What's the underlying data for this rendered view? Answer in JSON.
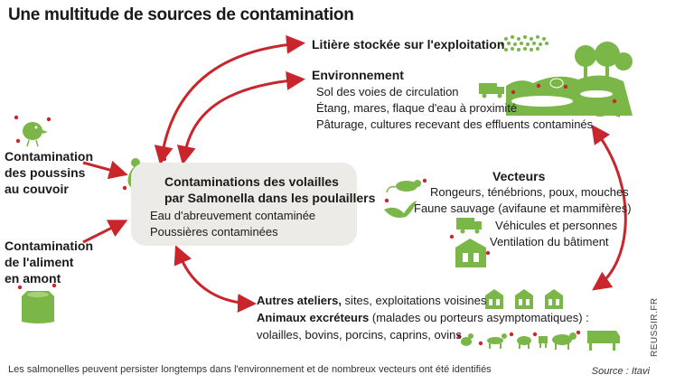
{
  "title": "Une multitude de sources de contamination",
  "center": {
    "line1": "Contaminations des volailles",
    "line2": "par Salmonella dans les poulaillers",
    "item1": "Eau d'abreuvement contaminée",
    "item2": "Poussières contaminées"
  },
  "litiere": "Litière stockée sur l'exploitation",
  "environnement": {
    "title": "Environnement",
    "items": [
      "Sol des voies de circulation",
      "Étang, mares, flaque d'eau à proximité",
      "Pâturage, cultures recevant des effluents contaminés"
    ]
  },
  "vecteurs": {
    "title": "Vecteurs",
    "items": [
      "Rongeurs, ténébrions, poux, mouches",
      "Faune sauvage (avifaune et mammifères)",
      "Véhicules et personnes",
      "Ventilation du bâtiment"
    ]
  },
  "poussins": [
    "Contamination",
    "des poussins",
    "au couvoir"
  ],
  "aliment": [
    "Contamination",
    "de l'aliment",
    "en amont"
  ],
  "autres": {
    "bold1": "Autres ateliers,",
    "rest1": " sites, exploitations voisines",
    "bold2": "Animaux excréteurs",
    "rest2": " (malades ou porteurs asymptomatiques) :",
    "line3": "volailles, bovins, porcins, caprins, ovins"
  },
  "caption": "Les salmonelles peuvent persister longtemps dans l'environnement et de nombreux vecteurs ont été identifiés",
  "source": "Source : Itavi",
  "credit": "REUSSIR.FR",
  "colors": {
    "green": "#7ab648",
    "arrow": "#c8262c",
    "box": "#ecebe7"
  }
}
